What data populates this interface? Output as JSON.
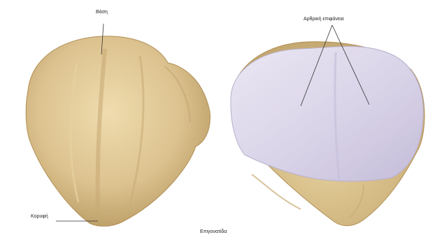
{
  "labels": {
    "base": "Βάση",
    "articular_surface": "Αρθρική επιφάνεια",
    "apex": "Κορυφή",
    "caption": "Επιγονατίδα"
  },
  "colors": {
    "bone": "#dcc28f",
    "bone_dark": "#b89a62",
    "cartilage": "#dcd6ea",
    "leader_line": "#333333"
  }
}
